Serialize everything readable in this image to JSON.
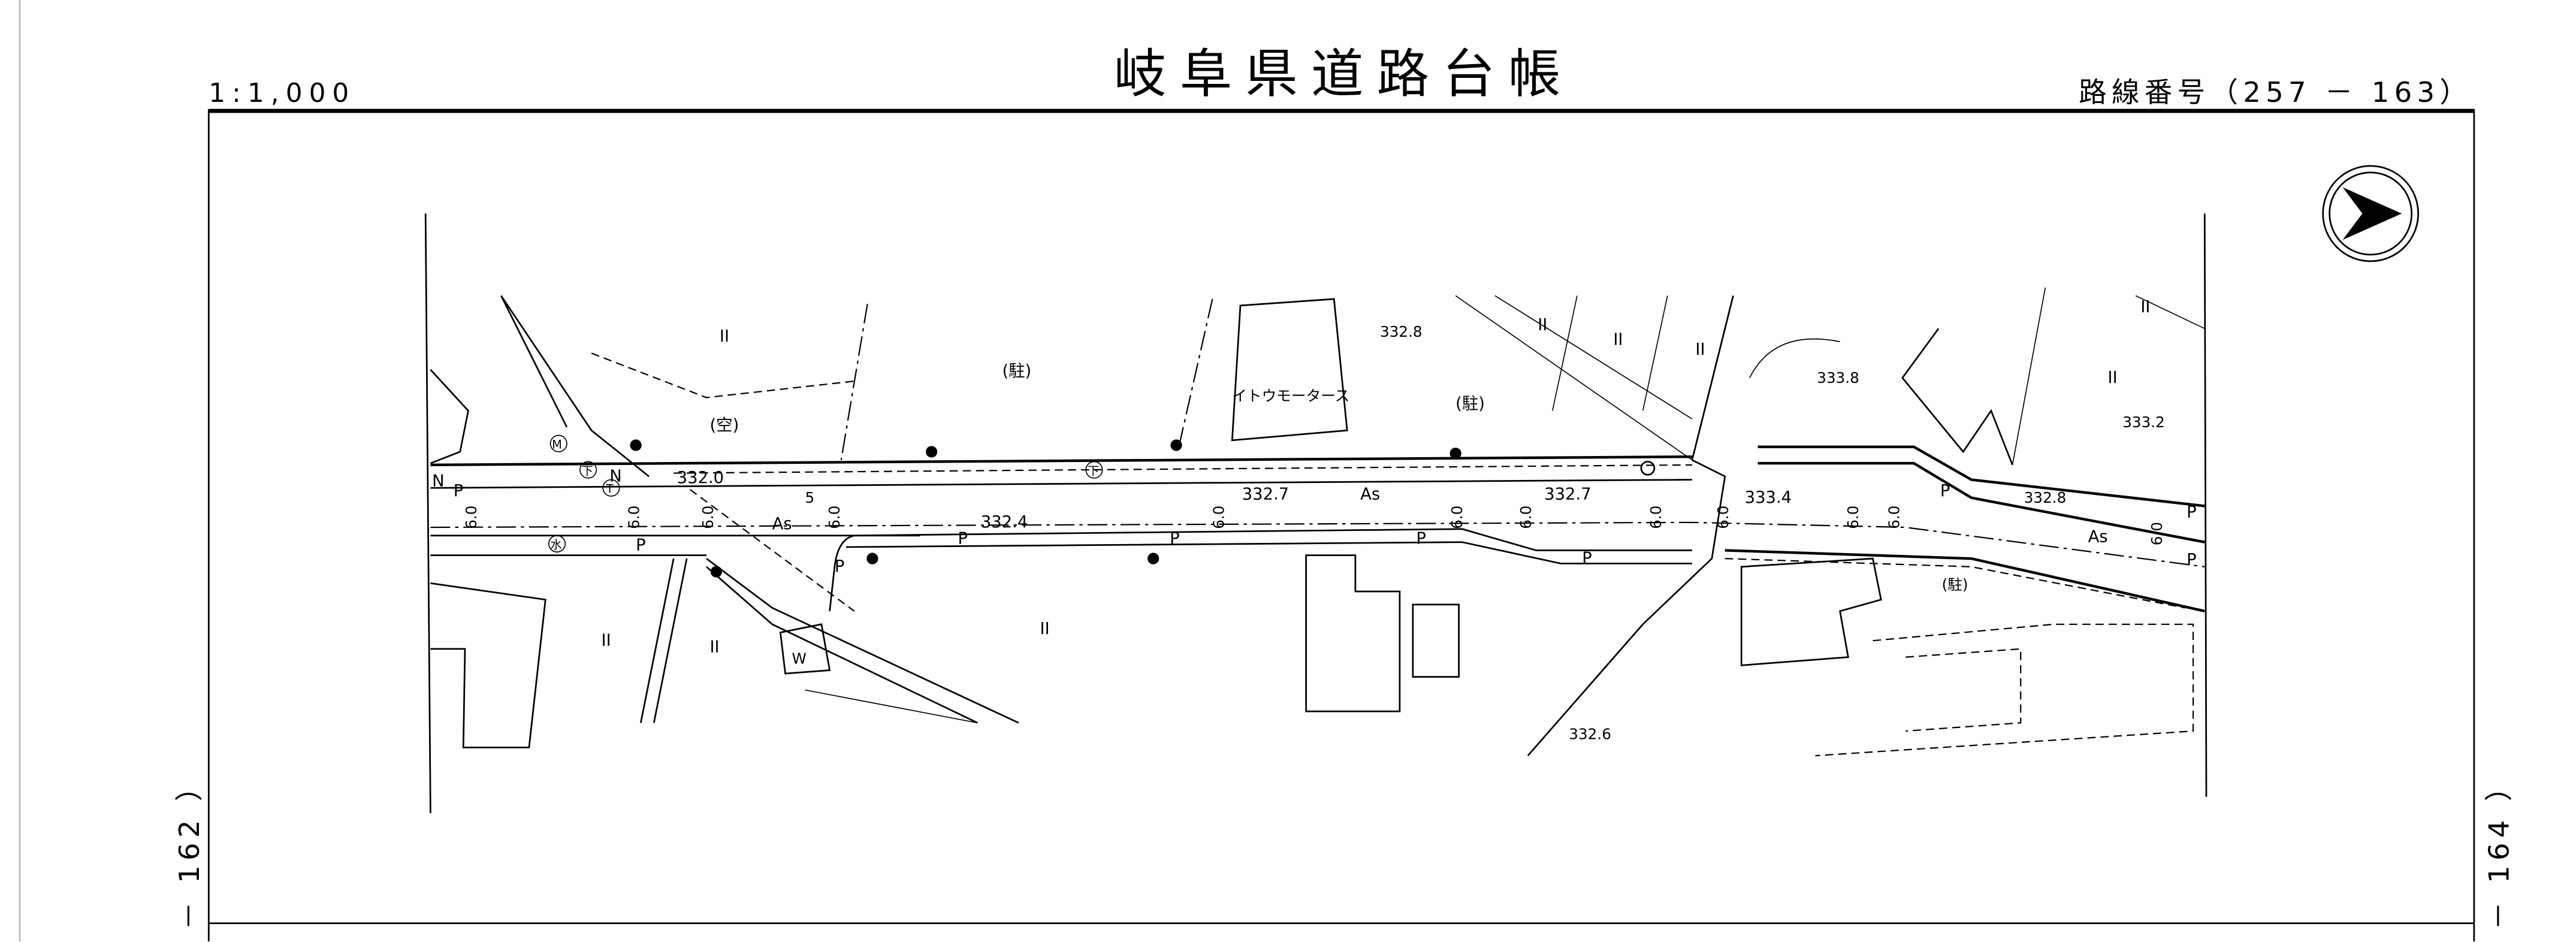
{
  "header": {
    "scale": "1:1,000",
    "title": "岐阜県道路台帳",
    "route_number": "路線番号（257 － 163）"
  },
  "adjacent_sheets": {
    "left": "－ 162 ）",
    "right": "－ 164 ）"
  },
  "map": {
    "elevations": [
      "332.0",
      "332.7",
      "332.7",
      "332.4",
      "333.4",
      "332.8",
      "332.8",
      "333.8",
      "333.2",
      "332.6"
    ],
    "widths": [
      "6.0",
      "6.0",
      "6.0",
      "6.0",
      "6.0",
      "6.0",
      "6.0",
      "6.0",
      "6.0",
      "6.0",
      "6.0",
      "6.0",
      "5"
    ],
    "pavement": [
      "As",
      "As",
      "As"
    ],
    "land_use": {
      "vacant": "(空)",
      "parking": [
        "(駐)",
        "(駐)",
        "(駐)"
      ],
      "field": "II"
    },
    "building_name": "イトウモータース",
    "marks": {
      "P": "P",
      "N": "N",
      "W": "W",
      "M": "M",
      "T": "T",
      "sewer": "下",
      "water": "水"
    }
  }
}
